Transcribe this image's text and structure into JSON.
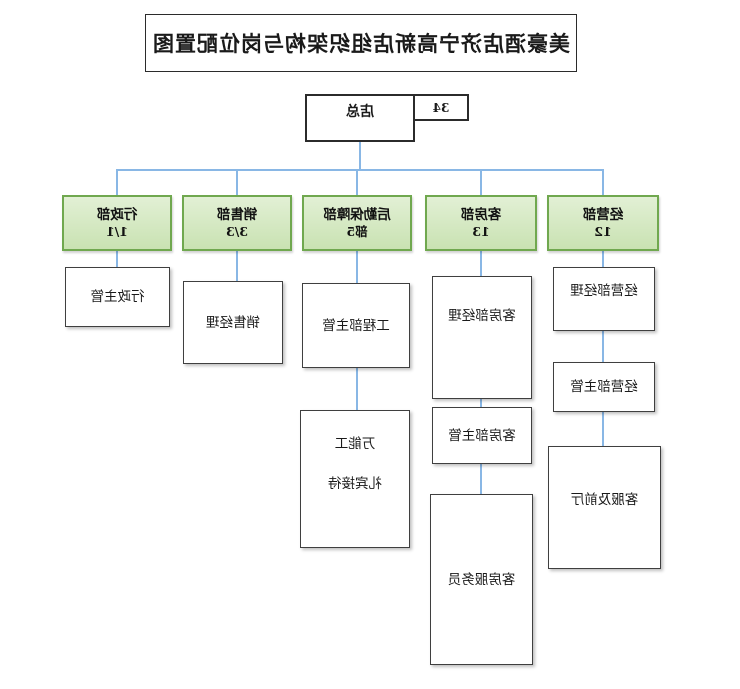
{
  "title": "美豪酒店济宁高新店组织架构与岗位配置图",
  "root": {
    "label": "店总",
    "headcount": "34"
  },
  "departments": [
    {
      "name": "行政部",
      "count": "1/1",
      "children": [
        {
          "lines": [
            "行政主管"
          ]
        }
      ]
    },
    {
      "name": "销售部",
      "count": "3/3",
      "children": [
        {
          "lines": [
            "销售经理"
          ]
        }
      ]
    },
    {
      "name": "后勤保障部",
      "count": "部5",
      "children": [
        {
          "lines": [
            "工程部主管"
          ]
        },
        {
          "lines": [
            "万能工",
            "礼宾接待"
          ]
        }
      ]
    },
    {
      "name": "客房部",
      "count": "13",
      "children": [
        {
          "lines": [
            "客房部经理"
          ]
        },
        {
          "lines": [
            "客房部主管"
          ]
        },
        {
          "lines": [
            "客房服务员"
          ]
        }
      ]
    },
    {
      "name": "经营部",
      "count": "12",
      "children": [
        {
          "lines": [
            "经营部经理"
          ]
        },
        {
          "lines": [
            "经营部主管"
          ]
        },
        {
          "lines": [
            "客服及前厅"
          ]
        }
      ]
    }
  ],
  "colors": {
    "connector": "#89B7E5",
    "dept_border": "#70A84F",
    "dept_fill": "#CFE5BC"
  }
}
